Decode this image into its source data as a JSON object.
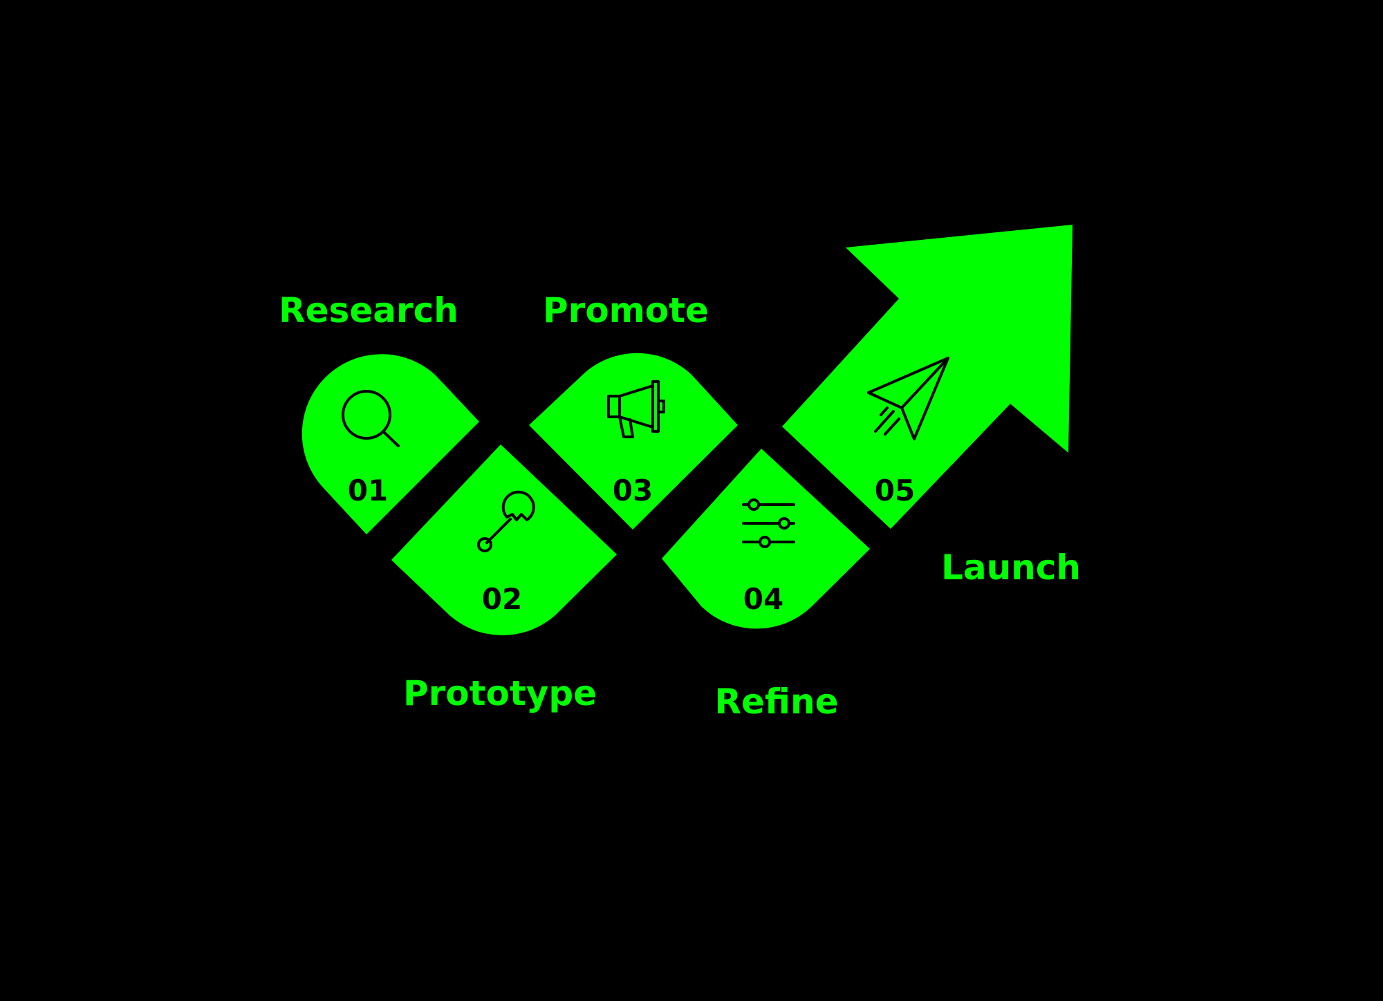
{
  "colors": {
    "background": "#000000",
    "accent": "#00ff00",
    "ink": "#000000"
  },
  "steps": [
    {
      "number": "01",
      "label": "Research",
      "icon": "magnifier-icon"
    },
    {
      "number": "02",
      "label": "Prototype",
      "icon": "wrench-icon"
    },
    {
      "number": "03",
      "label": "Promote",
      "icon": "megaphone-icon"
    },
    {
      "number": "04",
      "label": "Refine",
      "icon": "sliders-icon"
    },
    {
      "number": "05",
      "label": "Launch",
      "icon": "paper-plane-icon"
    }
  ]
}
